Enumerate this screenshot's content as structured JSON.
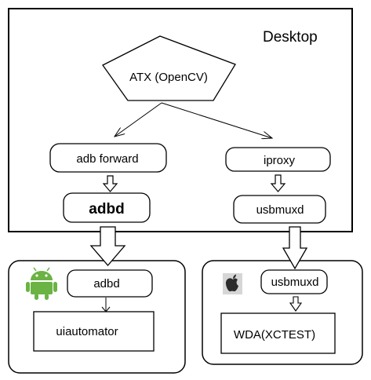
{
  "desktop": {
    "title": "Desktop",
    "atx_label": "ATX (OpenCV)",
    "adb_forward_label": "adb forward",
    "adbd_label": "adbd",
    "iproxy_label": "iproxy",
    "usbmuxd_label": "usbmuxd"
  },
  "android_device": {
    "adbd_label": "adbd",
    "uiautomator_label": "uiautomator",
    "icon": "android-icon",
    "icon_color": "#6ab344"
  },
  "ios_device": {
    "usbmuxd_label": "usbmuxd",
    "wda_label": "WDA(XCTEST)",
    "icon": "apple-icon",
    "icon_color": "#2b2b2b"
  }
}
